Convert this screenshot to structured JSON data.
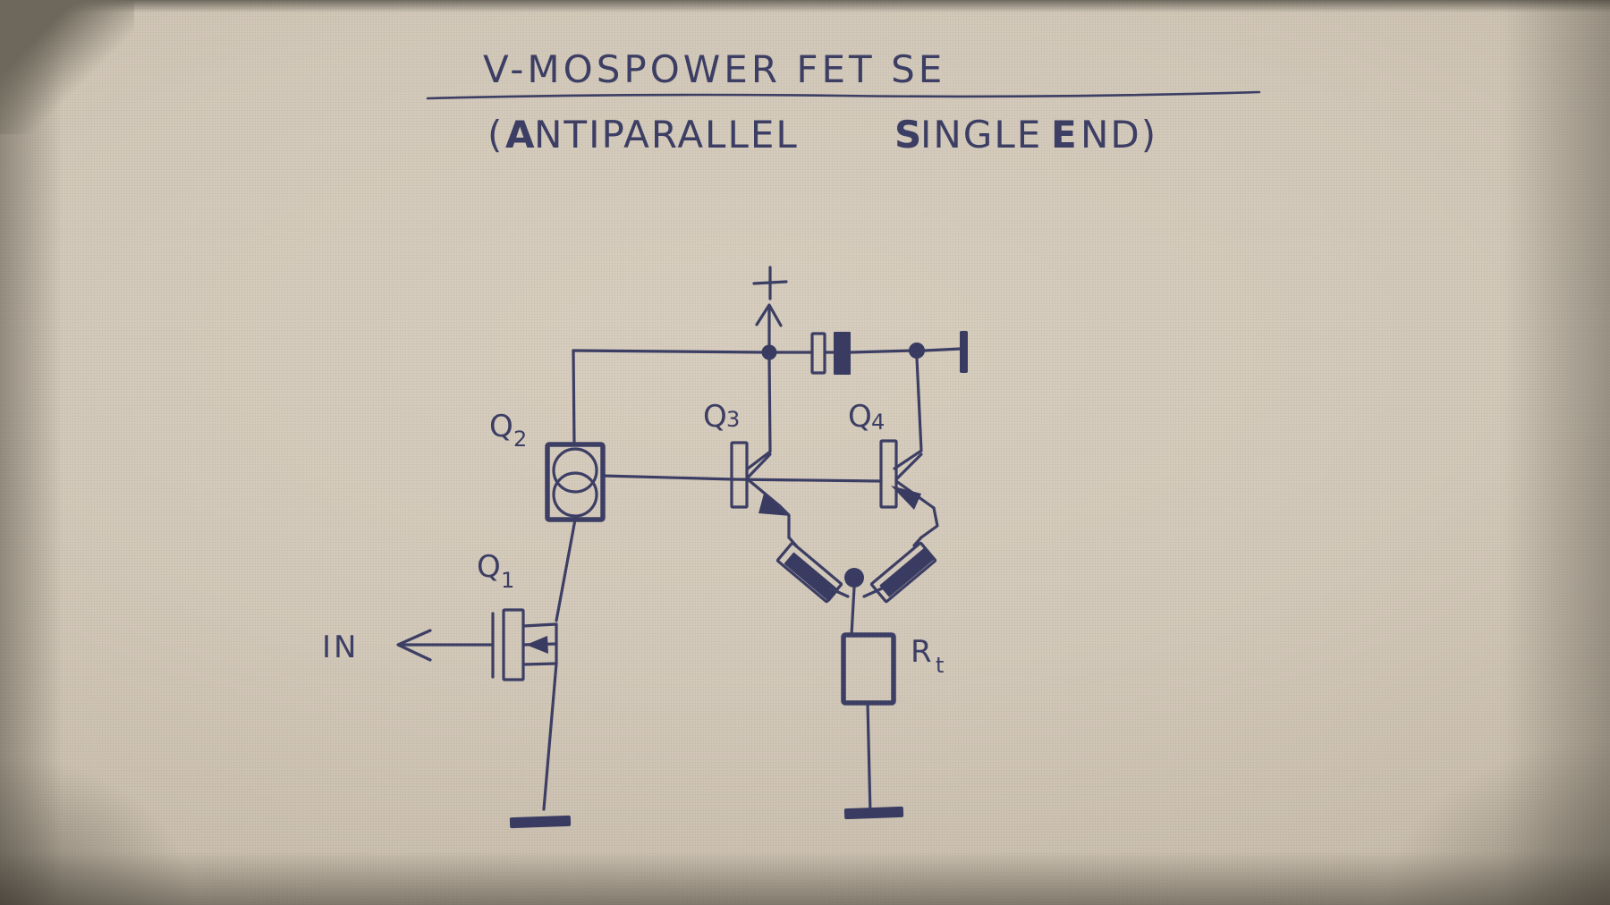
{
  "document": {
    "title": "V-MOSPOWER FET SE",
    "subtitle_open": "(",
    "subtitle_a": "A",
    "subtitle_nti": "NTIPARALLEL ",
    "subtitle_s": "S",
    "subtitle_ingle": "INGLE ",
    "subtitle_e": "E",
    "subtitle_nd": "ND)",
    "subtitle_full": "(ANTIPARALLEL SINGLE END)",
    "medium": "hand-drawn ink schematic on paper",
    "ink_color": "#3d3f66",
    "paper_color": "#d4cabb"
  },
  "schematic": {
    "supply_label": "+",
    "input_label": "IN",
    "components": [
      {
        "id": "Q1",
        "label": "Q",
        "index": "1",
        "type": "n-channel-mosfet",
        "note": "input stage, gate driven from IN"
      },
      {
        "id": "Q2",
        "label": "Q",
        "index": "2",
        "type": "current-source",
        "note": "constant current source box with two circles"
      },
      {
        "id": "Q3",
        "label": "Q",
        "index": "3",
        "type": "npn-bjt",
        "note": "upper output device"
      },
      {
        "id": "Q4",
        "label": "Q",
        "index": "4",
        "type": "pnp-bjt",
        "note": "lower output device, antiparallel"
      },
      {
        "id": "Rt",
        "label": "R",
        "index": "t",
        "type": "resistor",
        "note": "load resistor to ground"
      },
      {
        "id": "Re1",
        "label": "",
        "index": "",
        "type": "resistor",
        "note": "left emitter resistor, diagonal"
      },
      {
        "id": "Re2",
        "label": "",
        "index": "",
        "type": "resistor",
        "note": "right emitter resistor, diagonal"
      },
      {
        "id": "C1",
        "label": "",
        "index": "",
        "type": "capacitor",
        "note": "output coupling capacitor"
      },
      {
        "id": "OUT",
        "label": "",
        "index": "",
        "type": "terminal",
        "note": "output terminal bar at top right"
      },
      {
        "id": "GND1",
        "label": "",
        "index": "",
        "type": "ground",
        "note": "ground under Q1 source"
      },
      {
        "id": "GND2",
        "label": "",
        "index": "",
        "type": "ground",
        "note": "ground under Rt"
      }
    ]
  }
}
